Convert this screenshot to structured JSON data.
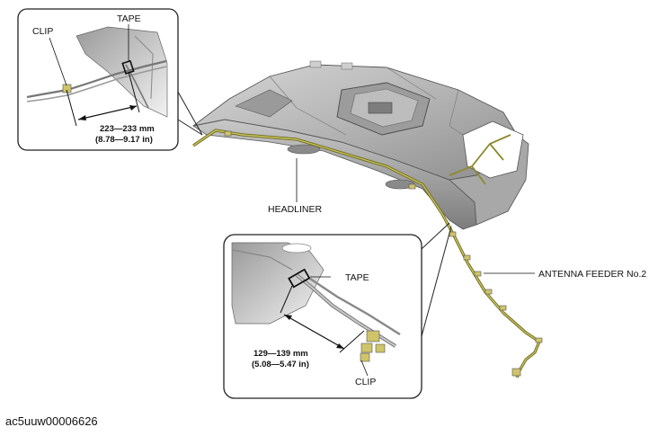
{
  "labels": {
    "headliner": "HEADLINER",
    "antenna_feeder": "ANTENNA FEEDER No.2",
    "top_inset": {
      "clip": "CLIP",
      "tape": "TAPE",
      "dim_mm": "223—233 mm",
      "dim_in": "(8.78—9.17 in)"
    },
    "bottom_inset": {
      "tape": "TAPE",
      "clip": "CLIP",
      "dim_mm": "129—139 mm",
      "dim_in": "(5.08—5.47 in)"
    }
  },
  "reference_code": "ac5uuw00006626",
  "colors": {
    "harness": "#a7a23a",
    "headliner_light": "#d8d8d8",
    "headliner_dark": "#8a8a8a",
    "clip": "#cfc46a"
  }
}
